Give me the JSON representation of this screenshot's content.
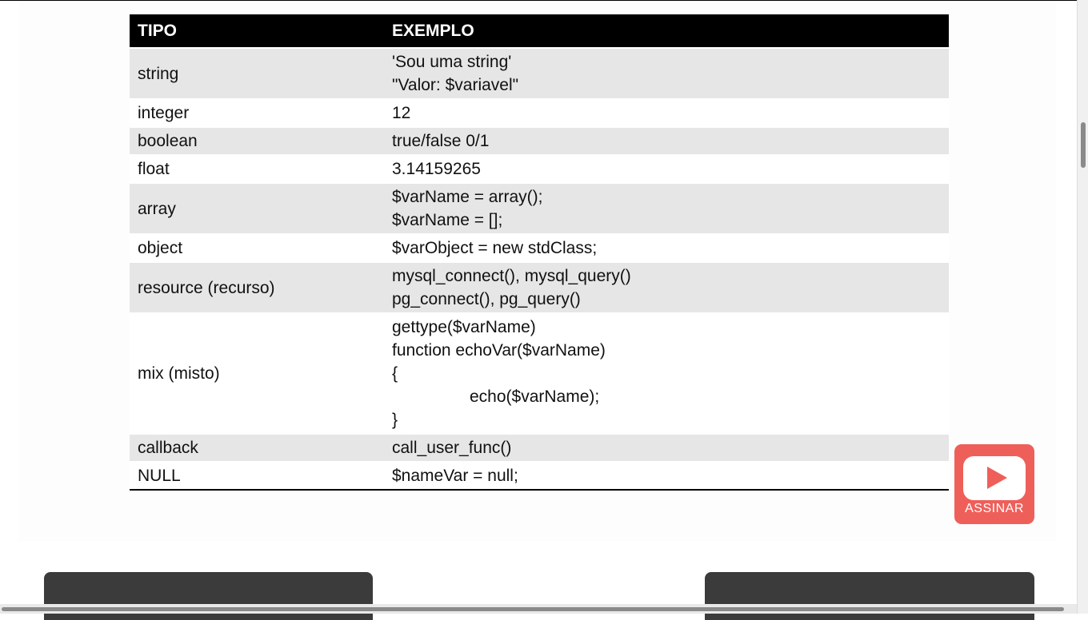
{
  "table": {
    "headers": {
      "type": "TIPO",
      "example": "EXEMPLO"
    },
    "rows": [
      {
        "type": "string",
        "example": [
          "'Sou uma string'",
          "\"Valor: $variavel\""
        ]
      },
      {
        "type": "integer",
        "example": [
          "12"
        ]
      },
      {
        "type": "boolean",
        "example": [
          "true/false 0/1"
        ]
      },
      {
        "type": "float",
        "example": [
          "3.14159265"
        ]
      },
      {
        "type": "array",
        "example": [
          "$varName = array();",
          "$varName = [];"
        ]
      },
      {
        "type": "object",
        "example": [
          "$varObject = new stdClass;"
        ]
      },
      {
        "type": "resource (recurso)",
        "example": [
          "mysql_connect(), mysql_query()",
          "pg_connect(), pg_query()"
        ]
      },
      {
        "type": "mix (misto)",
        "example": [
          "gettype($varName)",
          "function echoVar($varName)",
          "{",
          "echo($varName);",
          "}"
        ]
      },
      {
        "type": "callback",
        "example": [
          "call_user_func()"
        ]
      },
      {
        "type": "NULL",
        "example": [
          "$nameVar = null;"
        ]
      }
    ]
  },
  "subscribe": {
    "label": "ASSINAR",
    "icon": "youtube-play-icon",
    "color": "#ef5f5a"
  }
}
